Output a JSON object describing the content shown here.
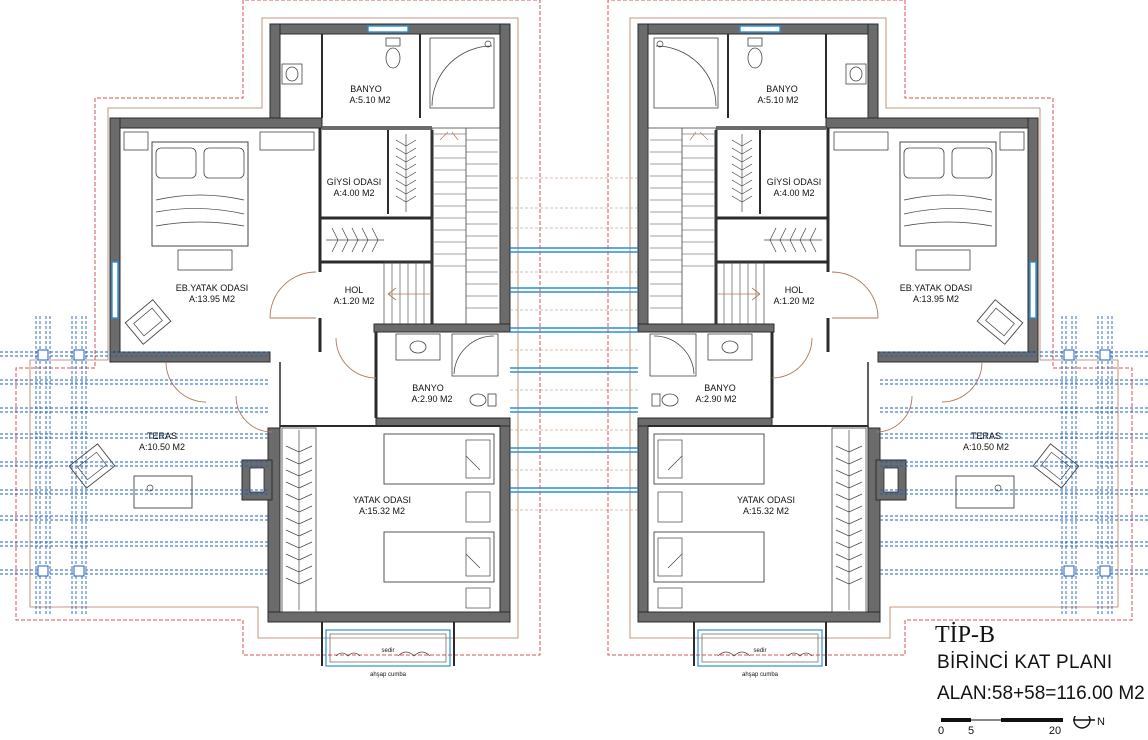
{
  "title_block": {
    "type": "TİP-B",
    "plan_name": "BİRİNCİ KAT PLANI",
    "area_text": "ALAN:58+58=116.00 M2",
    "scale_ticks": [
      "0",
      "5",
      "20"
    ],
    "north_label": "N"
  },
  "units": [
    {
      "rooms": {
        "banyo_top_name": "BANYO",
        "banyo_top_area": "A:5.10 M2",
        "giyinme_name": "GİYSİ ODASI",
        "giyinme_area": "A:4.00 M2",
        "master_name": "EB.YATAK ODASI",
        "master_area": "A:13.95 M2",
        "hol_name": "HOL",
        "hol_area": "A:1.20 M2",
        "banyo_mid_name": "BANYO",
        "banyo_mid_area": "A:2.90 M2",
        "teras_name": "TERAS",
        "teras_area": "A:10.50 M2",
        "bedroom_name": "YATAK ODASI",
        "bedroom_area": "A:15.32 M2",
        "bay_label": "sedir",
        "bay_caption": "ahşap cumba"
      }
    },
    {
      "rooms": {
        "banyo_top_name": "BANYO",
        "banyo_top_area": "A:5.10 M2",
        "giyinme_name": "GİYSİ ODASI",
        "giyinme_area": "A:4.00 M2",
        "master_name": "EB.YATAK ODASI",
        "master_area": "A:13.95 M2",
        "hol_name": "HOL",
        "hol_area": "A:1.20 M2",
        "banyo_mid_name": "BANYO",
        "banyo_mid_area": "A:2.90 M2",
        "teras_name": "TERAS",
        "teras_area": "A:10.50 M2",
        "bedroom_name": "YATAK ODASI",
        "bedroom_area": "A:15.32 M2",
        "bay_label": "sedir",
        "bay_caption": "ahşap cumba"
      }
    }
  ],
  "colors": {
    "wall_fill": "#6b6b6b",
    "wall_stroke": "#2b2b2b",
    "roof_outline": "#d9534f",
    "eave_line": "#b07a5a",
    "window": "#2a8fd6",
    "pergola": "#1f5fbf",
    "furniture": "#444444"
  }
}
